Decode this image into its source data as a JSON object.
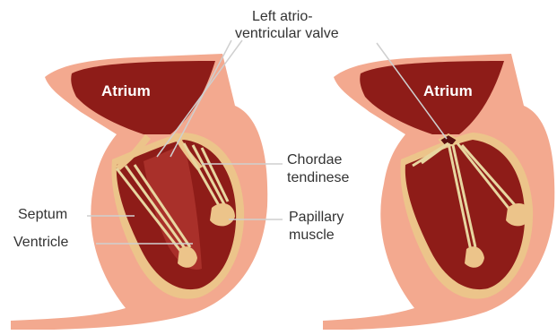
{
  "labels": {
    "left_atrio_line1": "Left atrio-",
    "left_atrio_line2": "ventricular valve",
    "chordae_line1": "Chordae",
    "chordae_line2": "tendinese",
    "septum": "Septum",
    "ventricle": "Ventricle",
    "papillary_line1": "Papillary",
    "papillary_line2": "muscle",
    "atrium_left": "Atrium",
    "atrium_right": "Atrium"
  },
  "colors": {
    "wall": "#f3a98f",
    "wall_dark": "#e58c73",
    "chamber": "#8e1c18",
    "chamber_light": "#a9302a",
    "tendon": "#e8d6a0",
    "leader": "#bdbdbd"
  }
}
